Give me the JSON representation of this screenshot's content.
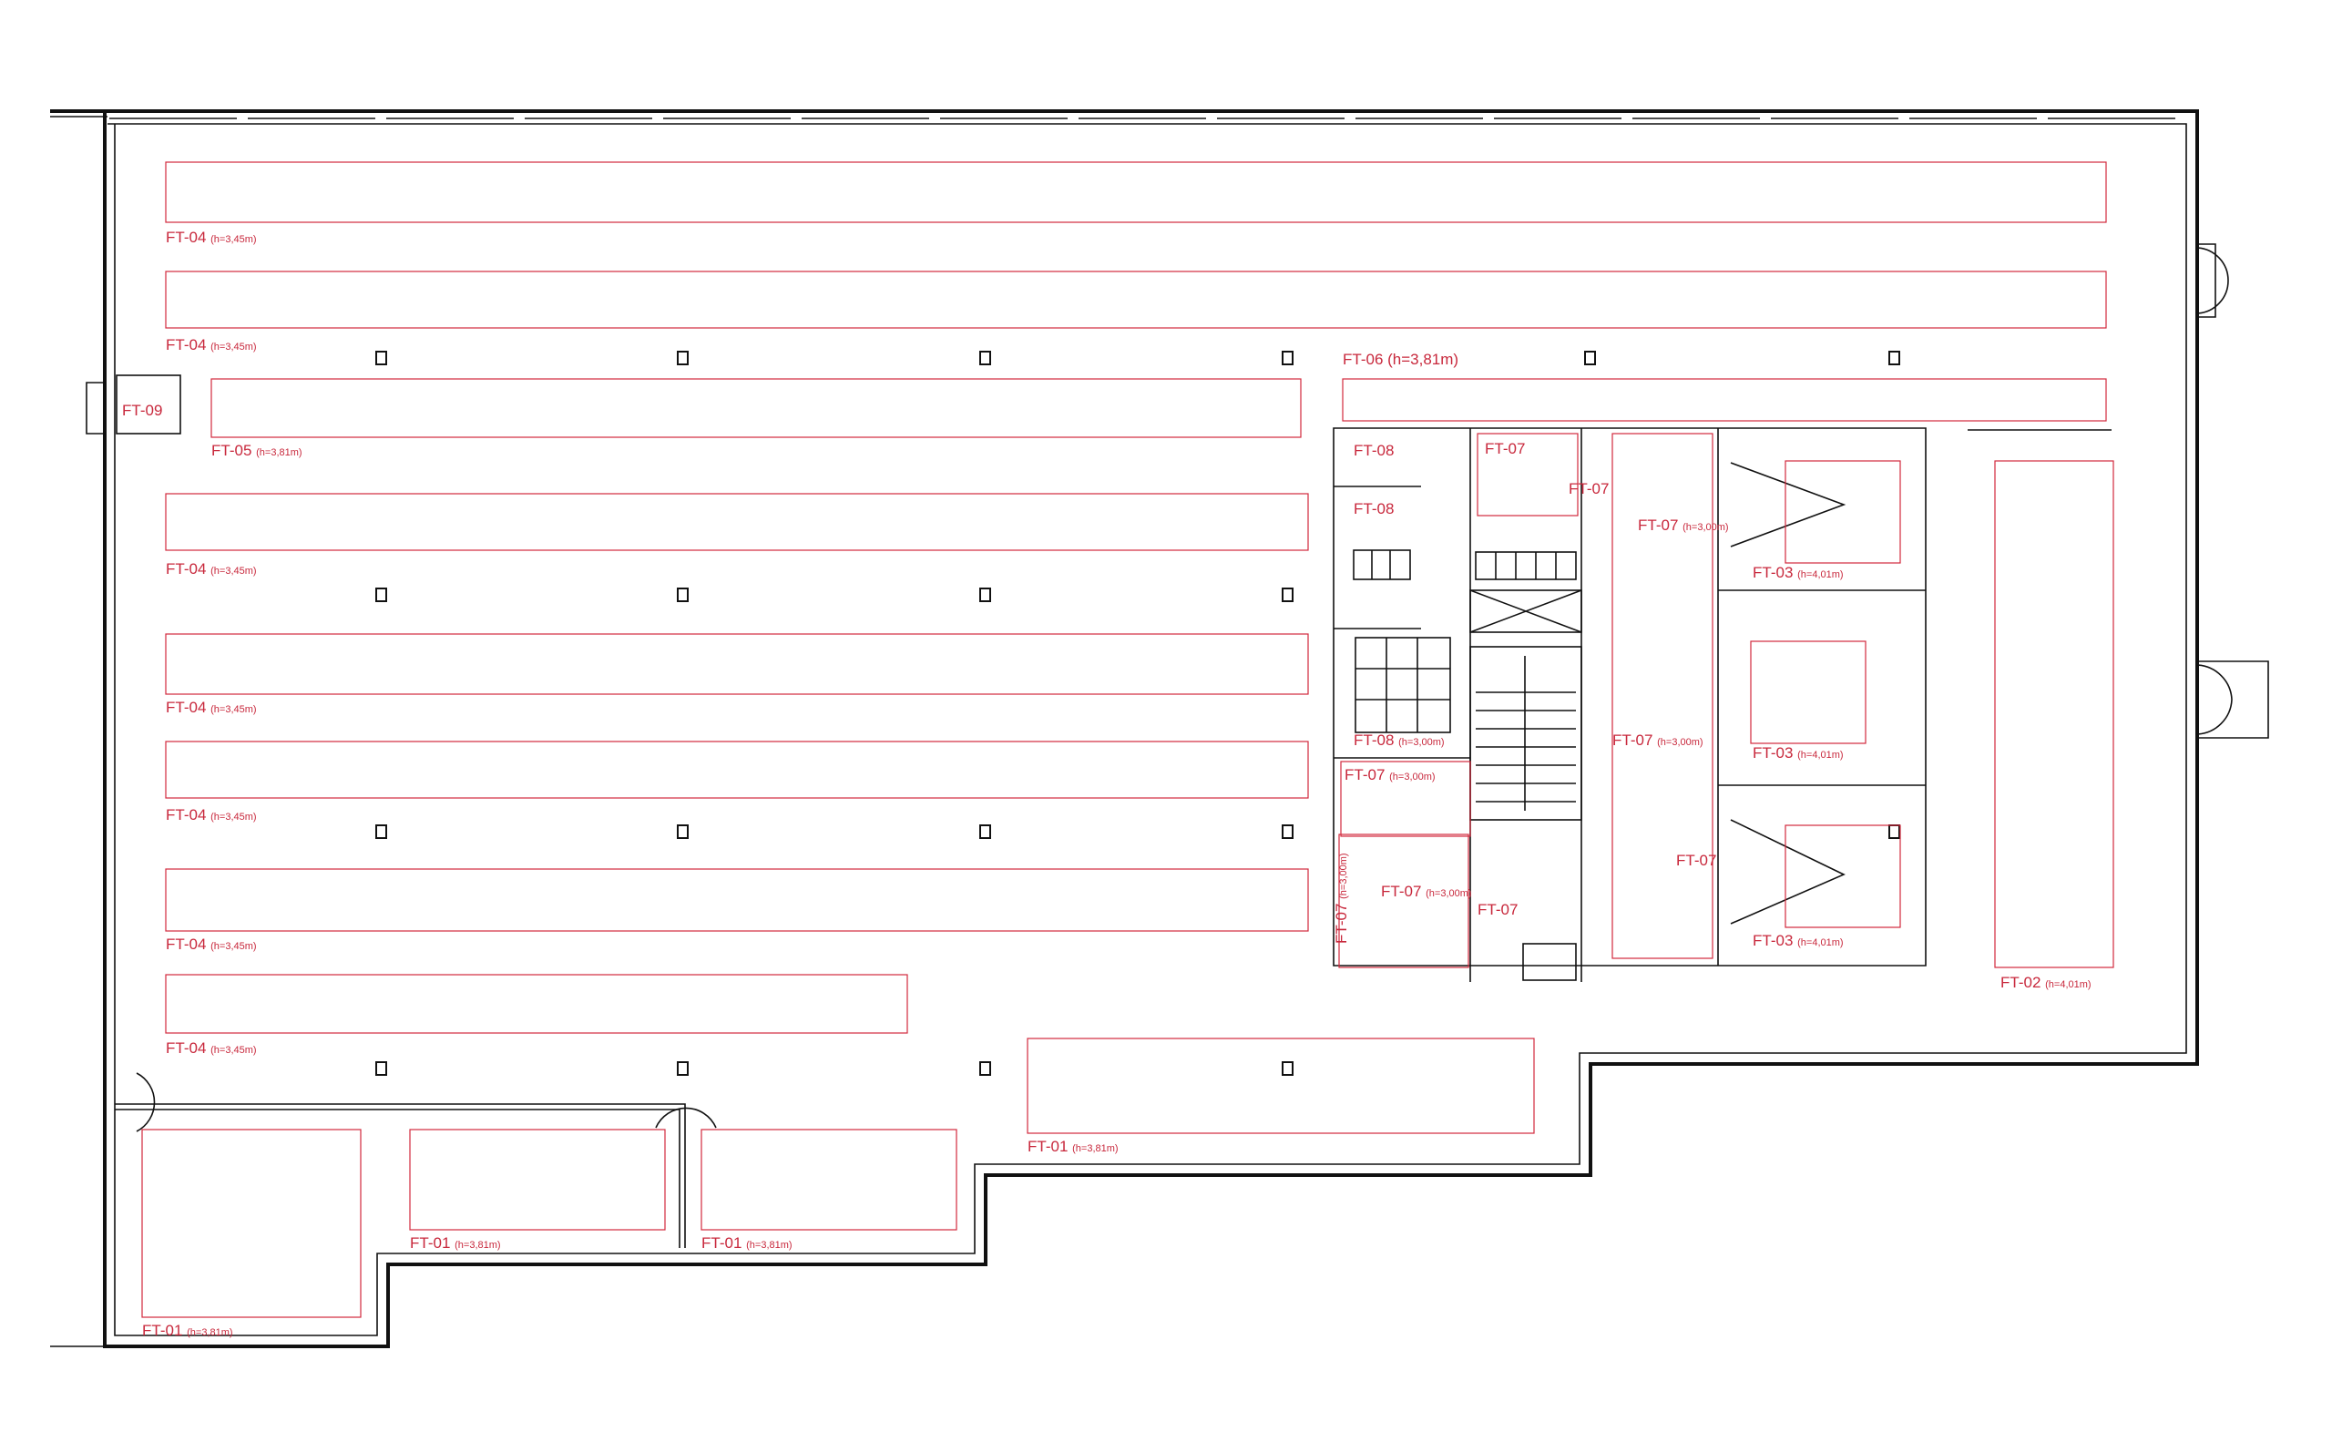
{
  "colors": {
    "rack": "#d2283c",
    "label": "#c8283c",
    "wall": "#111111",
    "background": "#ffffff"
  },
  "labels": {
    "ft04_a": {
      "code": "FT-04",
      "h": "(h=3,45m)"
    },
    "ft04_b": {
      "code": "FT-04",
      "h": "(h=3,45m)"
    },
    "ft05": {
      "code": "FT-05",
      "h": "(h=3,81m)"
    },
    "ft06": {
      "code": "FT-06 (h=3,81m)"
    },
    "ft09": {
      "code": "FT-09"
    },
    "ft04_c": {
      "code": "FT-04",
      "h": "(h=3,45m)"
    },
    "ft04_d": {
      "code": "FT-04",
      "h": "(h=3,45m)"
    },
    "ft04_e": {
      "code": "FT-04",
      "h": "(h=3,45m)"
    },
    "ft04_f": {
      "code": "FT-04",
      "h": "(h=3,45m)"
    },
    "ft04_g": {
      "code": "FT-04",
      "h": "(h=3,45m)"
    },
    "ft01_a": {
      "code": "FT-01",
      "h": "(h=3,81m)"
    },
    "ft01_b": {
      "code": "FT-01",
      "h": "(h=3,81m)"
    },
    "ft01_c": {
      "code": "FT-01",
      "h": "(h=3,81m)"
    },
    "ft01_d": {
      "code": "FT-01",
      "h": "(h=3,81m)"
    },
    "ft08_a": {
      "code": "FT-08"
    },
    "ft08_b": {
      "code": "FT-08"
    },
    "ft08_c": {
      "code": "FT-08",
      "h": "(h=3,00m)"
    },
    "ft07_a": {
      "code": "FT-07"
    },
    "ft07_b": {
      "code": "FT-07"
    },
    "ft07_c": {
      "code": "FT-07",
      "h": "(h=3,00m)"
    },
    "ft07_d": {
      "code": "FT-07",
      "h": "(h=3,00m)"
    },
    "ft07_e": {
      "code": "FT-07",
      "h": "(h=3,00m)"
    },
    "ft07_f": {
      "code": "FT-07",
      "h": "(h=3,00m)"
    },
    "ft07_g": {
      "code": "FT-07",
      "h": "(h=3,00m)"
    },
    "ft07_h": {
      "code": "FT-07"
    },
    "ft07_i": {
      "code": "FT-07"
    },
    "ft03_a": {
      "code": "FT-03",
      "h": "(h=4,01m)"
    },
    "ft03_b": {
      "code": "FT-03",
      "h": "(h=4,01m)"
    },
    "ft03_c": {
      "code": "FT-03",
      "h": "(h=4,01m)"
    },
    "ft02": {
      "code": "FT-02",
      "h": "(h=4,01m)"
    }
  }
}
